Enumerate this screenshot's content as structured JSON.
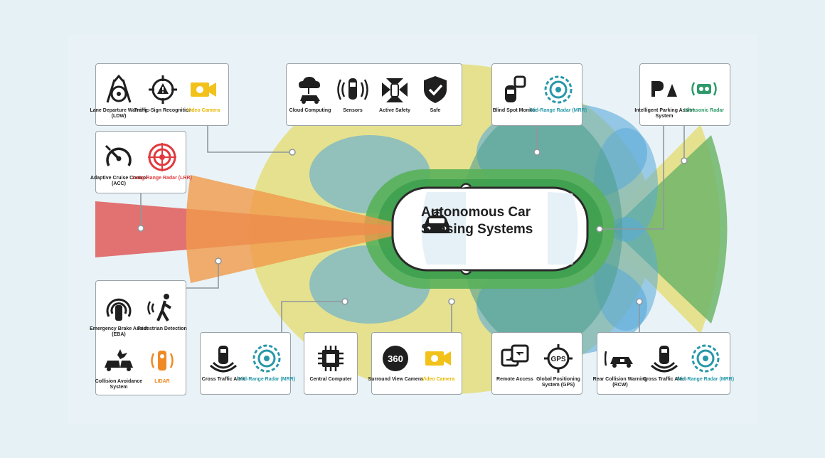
{
  "title": {
    "line1": "Autonomous Car",
    "line2": "Sensing Systems"
  },
  "colors": {
    "background": "#e6f1f6",
    "yellow_zone": "#e6df82",
    "green_zone": "#5fb461",
    "blue_zone": "#5aaad8",
    "orange_beam": "#f09a4a",
    "red_beam": "#e05a5a",
    "teal_accent": "#2798a8",
    "red_accent": "#e03a3e",
    "yellow_accent": "#e8b800",
    "orange_accent": "#f08a24",
    "green_accent": "#2e9a6a"
  },
  "cards": {
    "top_left": {
      "items": [
        {
          "label": "Lane Departure Warning (LDW)",
          "icon": "lane-departure-icon"
        },
        {
          "label": "Traffic-Sign Recognition",
          "icon": "traffic-sign-icon"
        },
        {
          "label": "Video Camera",
          "icon": "video-camera-icon"
        }
      ]
    },
    "acc": {
      "items": [
        {
          "label": "Adaptive Cruise Control (ACC)",
          "icon": "speedometer-icon"
        },
        {
          "label": "Long-Range Radar (LRR)",
          "icon": "radar-icon"
        }
      ]
    },
    "top_center": {
      "items": [
        {
          "label": "Cloud Computing",
          "icon": "cloud-car-icon"
        },
        {
          "label": "Sensors",
          "icon": "sensor-icon"
        },
        {
          "label": "Active Safety",
          "icon": "active-safety-icon"
        },
        {
          "label": "Safe",
          "icon": "shield-check-icon"
        }
      ]
    },
    "blind_spot": {
      "items": [
        {
          "label": "Blind Spot Monitor",
          "icon": "blind-spot-icon"
        },
        {
          "label": "Mid-Range Radar (MRR)",
          "icon": "radar-icon"
        }
      ]
    },
    "parking": {
      "items": [
        {
          "label": "Intelligent Parking Assist System",
          "icon": "parking-icon"
        },
        {
          "label": "Ultrasonic Radar",
          "icon": "ultrasonic-icon"
        }
      ]
    },
    "bottom_left": {
      "items": [
        {
          "label": "Emergency Brake Assist (EBA)",
          "icon": "brake-assist-icon"
        },
        {
          "label": "Pedestrian Detection",
          "icon": "pedestrian-icon"
        },
        {
          "label": "Collision Avoidance System",
          "icon": "collision-icon"
        },
        {
          "label": "LIDAR",
          "icon": "lidar-icon"
        }
      ]
    },
    "cross_traffic_left": {
      "items": [
        {
          "label": "Cross Traffic Alert",
          "icon": "cross-traffic-icon"
        },
        {
          "label": "Mid-Range Radar (MRR)",
          "icon": "radar-icon"
        }
      ]
    },
    "central_computer": {
      "items": [
        {
          "label": "Central Computer",
          "icon": "chip-icon"
        }
      ]
    },
    "surround": {
      "items": [
        {
          "label": "Surround View Camera",
          "icon": "camera-360-icon"
        },
        {
          "label": "Video Camera",
          "icon": "video-camera-icon"
        }
      ]
    },
    "remote_gps": {
      "items": [
        {
          "label": "Remote Access",
          "icon": "remote-access-icon"
        },
        {
          "label": "Global Positioning System (GPS)",
          "icon": "gps-icon"
        }
      ]
    },
    "rear": {
      "items": [
        {
          "label": "Rear Collision Warning (RCW)",
          "icon": "rear-collision-icon"
        },
        {
          "label": "Cross Traffic Alert",
          "icon": "cross-traffic-icon"
        },
        {
          "label": "Mid-Range Radar (MRR)",
          "icon": "radar-icon"
        }
      ]
    }
  }
}
